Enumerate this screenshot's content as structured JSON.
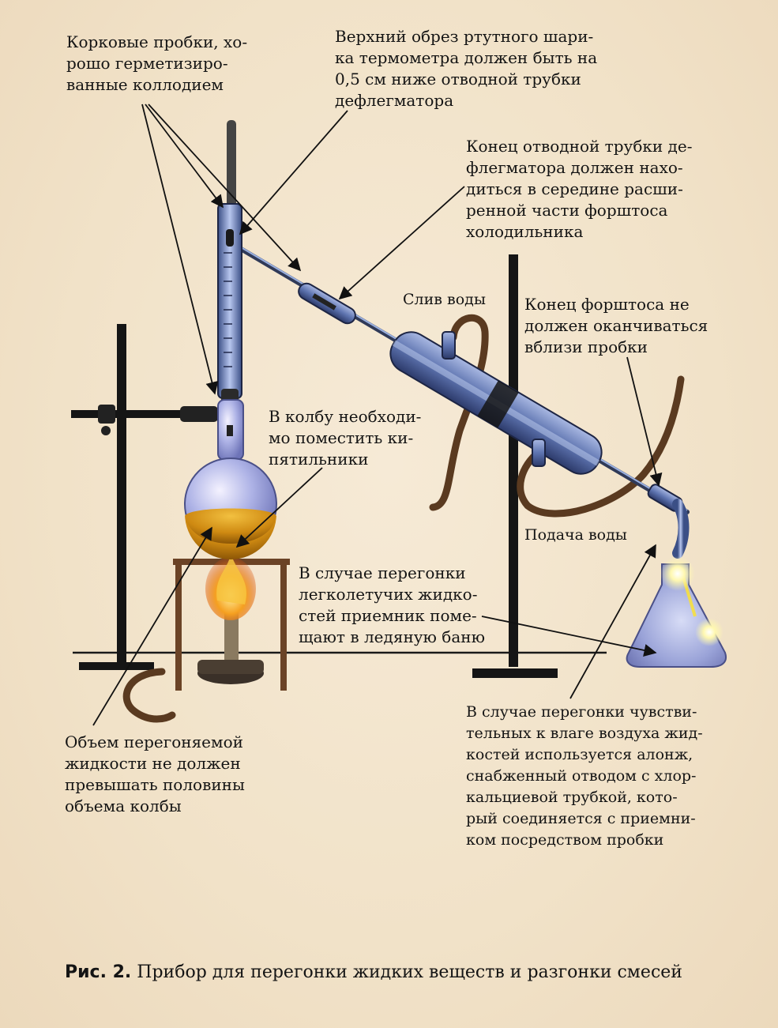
{
  "labels": {
    "corks": [
      "Корковые пробки, хо-",
      "рошо   герметизиро-",
      "ванные коллодием"
    ],
    "thermometer": [
      "Верхний обрез ртутного шари-",
      "ка термометра должен быть на",
      "0,5 см ниже отводной трубки",
      "дефлегматора"
    ],
    "outlet_tube": [
      "Конец отводной трубки де-",
      "флегматора должен нахо-",
      "диться в середине расши-",
      "ренной части форштоса",
      "холодильника"
    ],
    "water_out": "Слив воды",
    "forshtos_end": [
      "Конец   форштоса   не",
      "должен оканчиваться",
      "вблизи пробки"
    ],
    "boiling_chips": [
      "В колбу необходи-",
      "мо поместить ки-",
      "пятильники"
    ],
    "water_in": "Подача воды",
    "volatile": [
      "В   случае   перегонки",
      "легколетучих   жидко-",
      "стей приемник поме-",
      "щают в ледяную баню"
    ],
    "volume": [
      "Объем перегоняемой",
      "жидкости не должен",
      "превышать половины",
      "объема колбы"
    ],
    "moisture": [
      "В случае перегонки чувстви-",
      "тельных к влаге воздуха жид-",
      "костей используется алонж,",
      "снабженный отводом с хлор-",
      "кальциевой   трубкой,   кото-",
      "рый соединяется с приемни-",
      "ком посредством пробки"
    ]
  },
  "caption": {
    "prefix": "Рис. 2.",
    "text": "Прибор для перегонки жидких веществ и разгонки смесей"
  },
  "colors": {
    "background": "#f2e4cb",
    "stand": "#151515",
    "glass": "#7a8fc4",
    "liquid": "#d99a1c",
    "hose": "#5a3a20",
    "table": "#6b4326",
    "flame": "#f5a020"
  }
}
